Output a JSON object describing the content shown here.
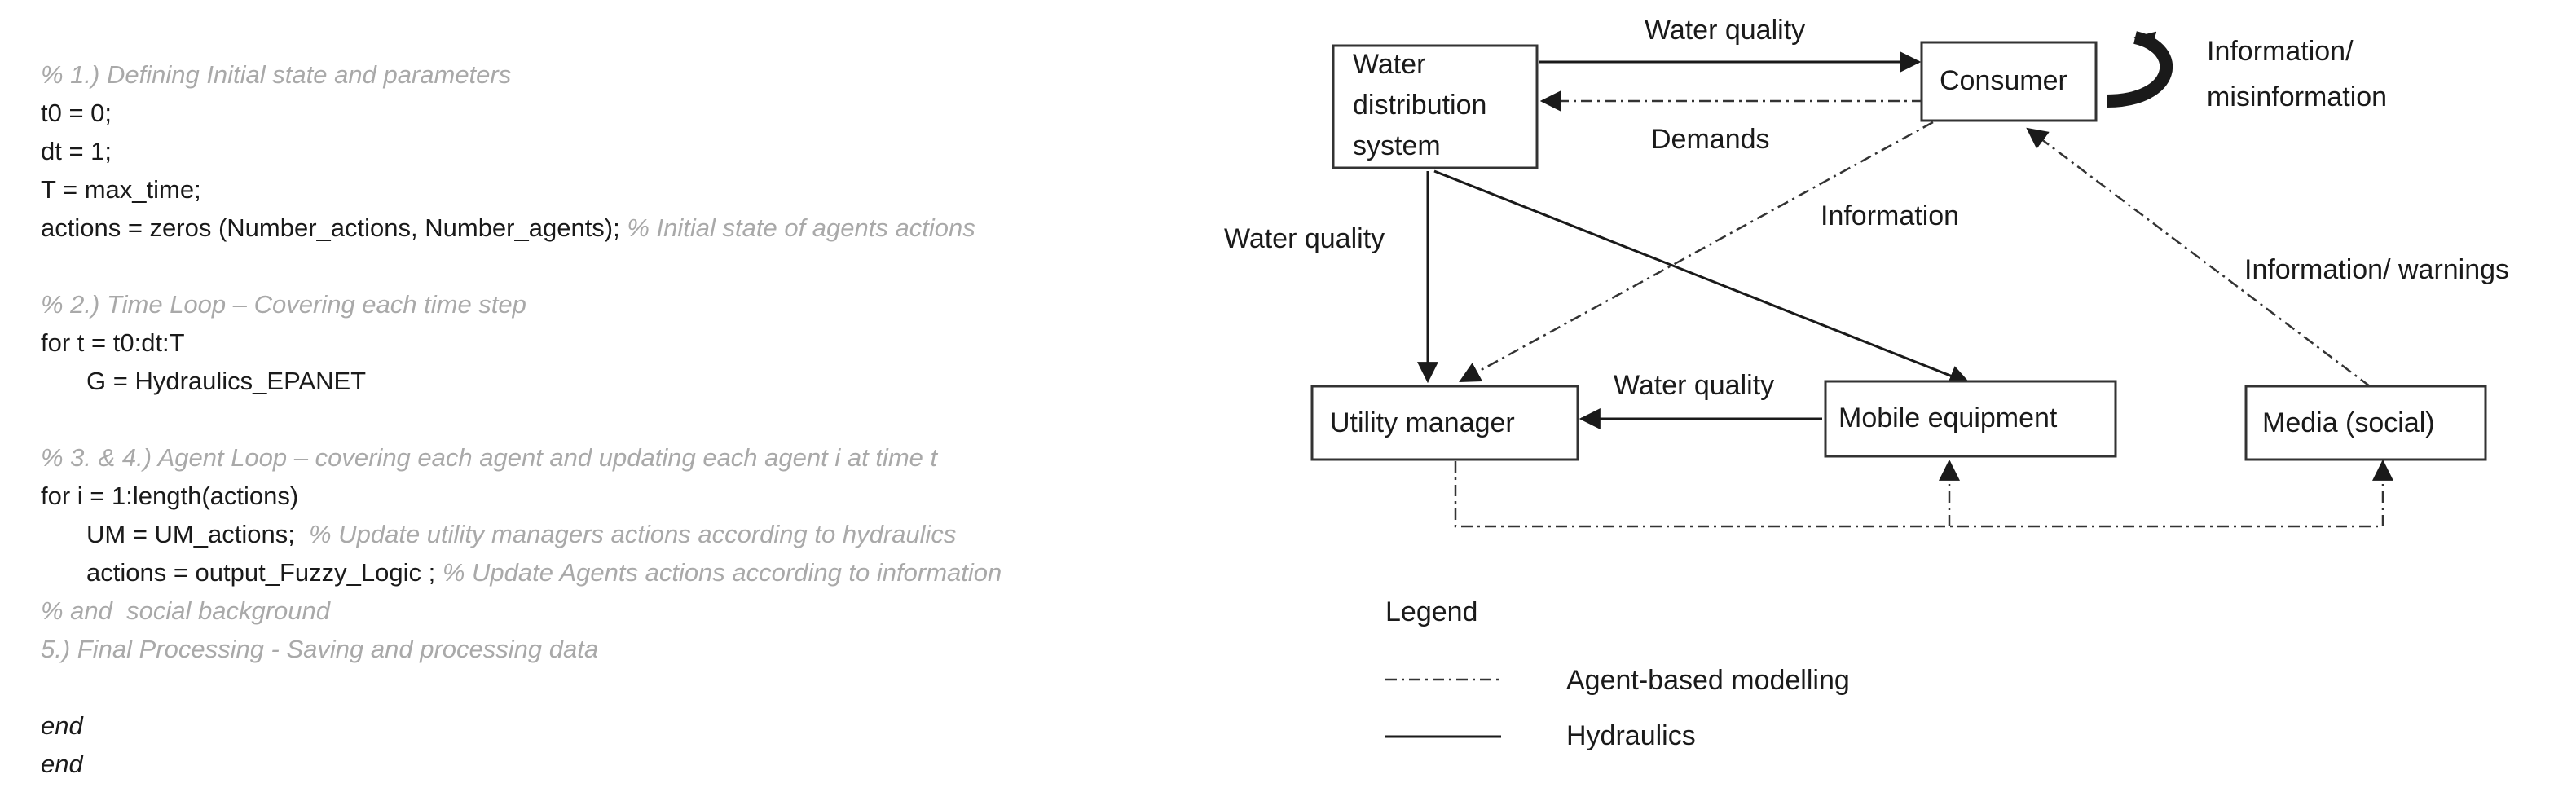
{
  "code": {
    "lines": [
      {
        "text": "% 1.) Defining Initial state and parameters",
        "kind": "comment",
        "indent": false
      },
      {
        "text": "t0 = 0;",
        "kind": "code",
        "indent": false
      },
      {
        "text": "dt = 1;",
        "kind": "code",
        "indent": false
      },
      {
        "text": "T = max_time;",
        "kind": "code",
        "indent": false
      },
      {
        "text": "actions = zeros (Number_actions, Number_agents);",
        "kind": "code",
        "indent": false,
        "trailing_comment": " % Initial state of agents actions"
      },
      {
        "text": "",
        "kind": "blank",
        "indent": false
      },
      {
        "text": "% 2.) Time Loop – Covering each time step",
        "kind": "comment",
        "indent": false
      },
      {
        "text": "for t = t0:dt:T",
        "kind": "code",
        "indent": false
      },
      {
        "text": "G = Hydraulics_EPANET",
        "kind": "code",
        "indent": true
      },
      {
        "text": "",
        "kind": "blank",
        "indent": false
      },
      {
        "text": "% 3. & 4.) Agent Loop – covering each agent and updating each agent i at time t",
        "kind": "comment",
        "indent": false
      },
      {
        "text": "for i = 1:length(actions)",
        "kind": "code",
        "indent": false
      },
      {
        "text": "UM = UM_actions;",
        "kind": "code",
        "indent": true,
        "trailing_comment": "  % Update utility managers actions according to hydraulics"
      },
      {
        "text": "actions = output_Fuzzy_Logic ;",
        "kind": "code",
        "indent": true,
        "trailing_comment": " % Update Agents actions according to information"
      },
      {
        "text": "% and  social background",
        "kind": "comment",
        "indent": false
      },
      {
        "text": "5.) Final Processing - Saving and processing data",
        "kind": "comment",
        "indent": false
      },
      {
        "text": "",
        "kind": "blank",
        "indent": false
      },
      {
        "text": "end",
        "kind": "end",
        "indent": false
      },
      {
        "text": "end",
        "kind": "end",
        "indent": false
      }
    ]
  },
  "diagram": {
    "nodes": {
      "wds": [
        "Water",
        "distribution",
        "system"
      ],
      "consumer": "Consumer",
      "utility": "Utility manager",
      "mobile": "Mobile equipment",
      "media": "Media (social)"
    },
    "edge_labels": {
      "wds_to_consumer": "Water quality",
      "consumer_to_wds": "Demands",
      "consumer_self": [
        "Information/",
        "misinformation"
      ],
      "consumer_to_utility": "Information",
      "media_to_consumer": "Information/ warnings",
      "wds_to_utility": "Water quality",
      "mobile_to_utility": "Water quality"
    },
    "legend": {
      "title": "Legend",
      "abm_label": "Agent-based modelling",
      "hydraulics_label": "Hydraulics"
    }
  }
}
